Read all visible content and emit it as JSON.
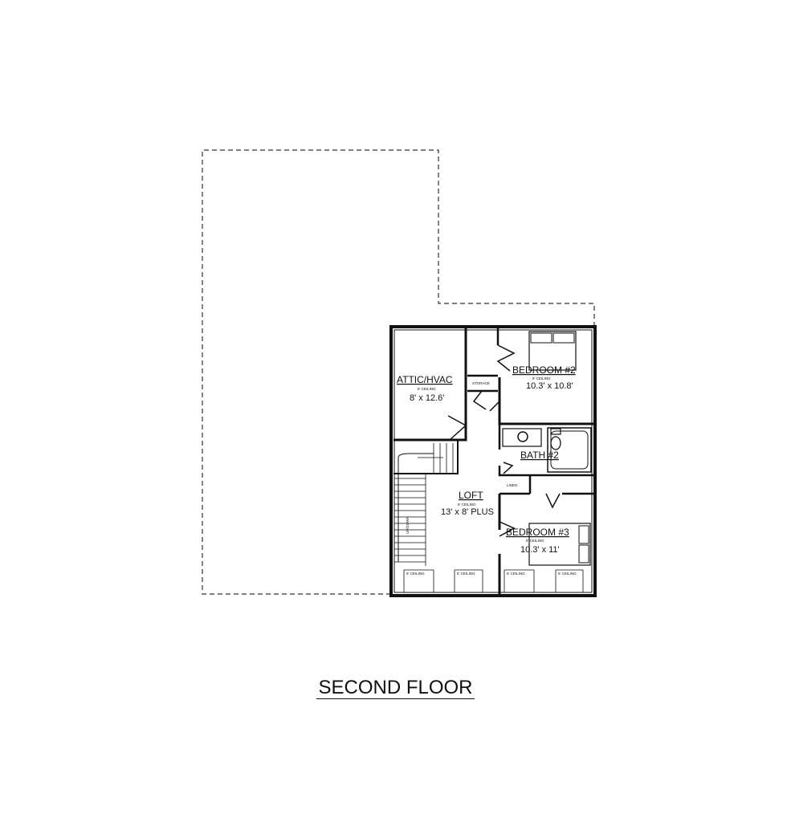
{
  "title": "SECOND FLOOR",
  "rooms": {
    "attic": {
      "name": "ATTIC/HVAC",
      "ceiling": "8' CEILING",
      "size": "8' x 12.6'"
    },
    "bedroom2": {
      "name": "BEDROOM #2",
      "ceiling": "8' CEILING",
      "size": "10.3' x 10.8'"
    },
    "bath2": {
      "name": "BATH #2"
    },
    "loft": {
      "name": "LOFT",
      "ceiling": "8' CEILING",
      "size": "13' x 8' PLUS"
    },
    "bedroom3": {
      "name": "BEDROOM #3",
      "ceiling": "8' CEILING",
      "size": "10.3' x 11'"
    },
    "storage": "STORAGE",
    "linen": "LINEN",
    "stairs": "UP/DOWN",
    "dormer_label": "5' CEILING"
  },
  "colors": {
    "line": "#111111",
    "background": "#ffffff"
  }
}
